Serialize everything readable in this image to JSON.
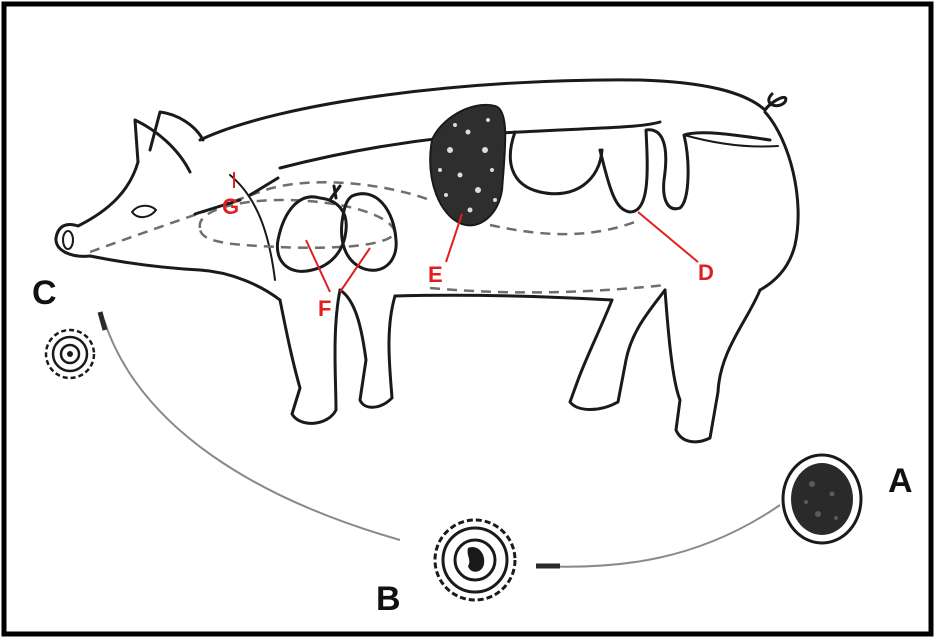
{
  "labels": {
    "stages": {
      "A": "A",
      "B": "B",
      "C": "C"
    },
    "organs": {
      "D": "D",
      "E": "E",
      "F": "F",
      "G": "G"
    }
  },
  "colors": {
    "organ_label": "#e02020",
    "frame": "#000000",
    "outline": "#1a1a1a",
    "egg_dark": "#2a2a2a"
  },
  "icons": {
    "egg_A": "unembryonated-egg-icon",
    "egg_B": "embryonated-egg-icon",
    "egg_C": "infective-egg-icon",
    "host": "pig-illustration"
  }
}
